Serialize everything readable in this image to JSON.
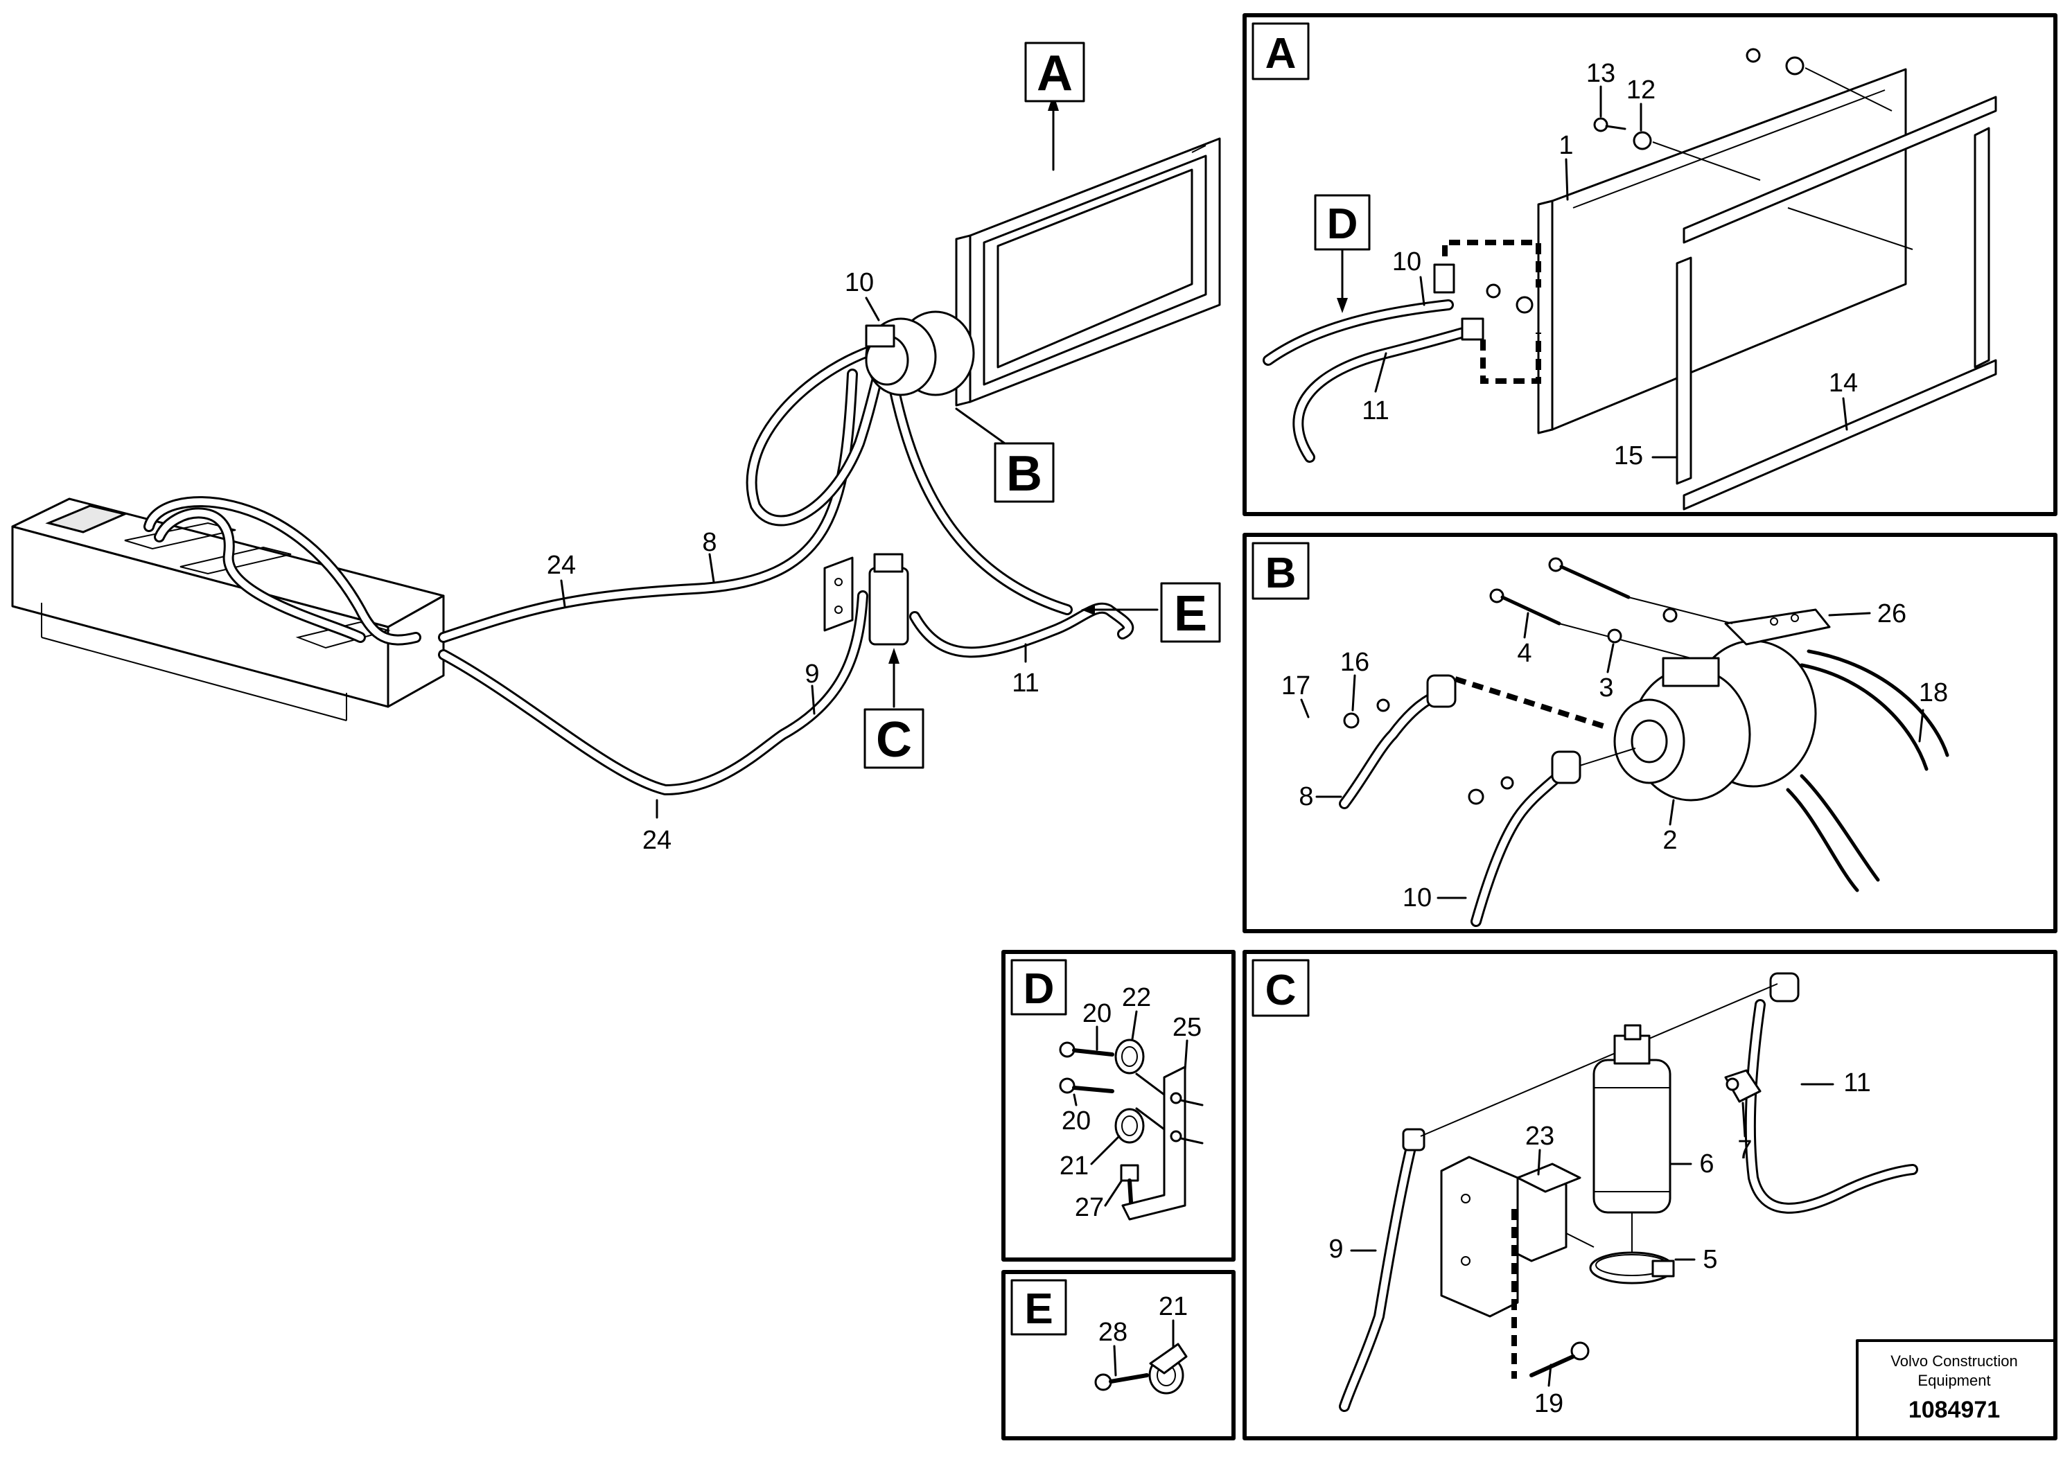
{
  "callouts": {
    "main": {
      "A": "A",
      "B": "B",
      "C": "C",
      "E": "E",
      "n10": "10",
      "n8": "8",
      "n24a": "24",
      "n24b": "24",
      "n9": "9",
      "n11": "11"
    },
    "detail_a": {
      "title": "A",
      "sub_d": "D",
      "n13": "13",
      "n12": "12",
      "n1": "1",
      "n10": "10",
      "n11": "11",
      "n14": "14",
      "n15": "15"
    },
    "detail_b": {
      "title": "B",
      "n26": "26",
      "n4": "4",
      "n3": "3",
      "n17": "17",
      "n16": "16",
      "n18": "18",
      "n8": "8",
      "n2": "2",
      "n10": "10"
    },
    "detail_d": {
      "title": "D",
      "n20a": "20",
      "n22": "22",
      "n25": "25",
      "n20b": "20",
      "n21": "21",
      "n27": "27"
    },
    "detail_c": {
      "title": "C",
      "n11": "11",
      "n23": "23",
      "n6": "6",
      "n7": "7",
      "n9": "9",
      "n5": "5",
      "n19": "19"
    },
    "detail_e": {
      "title": "E",
      "n21": "21",
      "n28": "28"
    }
  },
  "title_block": {
    "company_line1": "Volvo Construction",
    "company_line2": "Equipment",
    "doc_number": "1084971"
  }
}
